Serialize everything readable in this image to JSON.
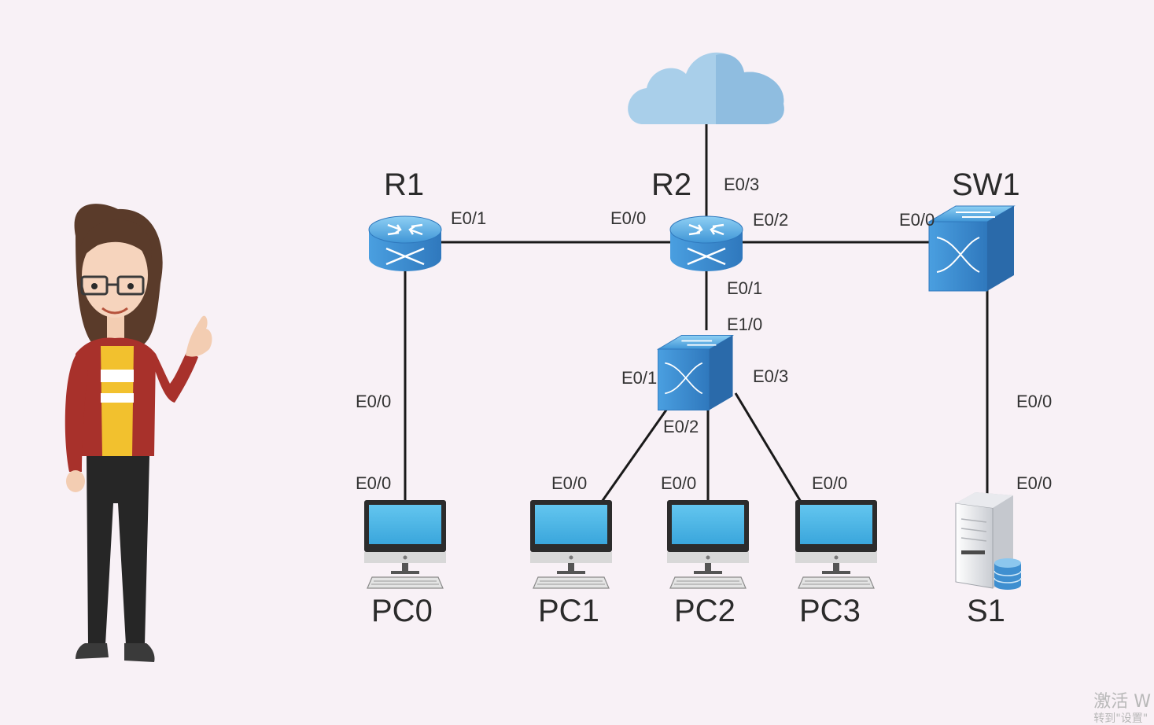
{
  "colors": {
    "background": "#f8f1f6",
    "device_blue": "#3a86c8",
    "device_blue_light": "#7fc0ec",
    "cloud": "#9fc8e6",
    "link": "#1a1a1a",
    "screen": "#55b9e6"
  },
  "nodes": {
    "r1": {
      "label": "R1",
      "icon": "router-icon"
    },
    "r2": {
      "label": "R2",
      "icon": "router-icon"
    },
    "sw1": {
      "label": "SW1",
      "icon": "switch-icon"
    },
    "center_switch": {
      "label": "",
      "icon": "switch-icon"
    },
    "cloud": {
      "label": "",
      "icon": "cloud-icon"
    },
    "pc0": {
      "label": "PC0",
      "icon": "desktop-pc-icon"
    },
    "pc1": {
      "label": "PC1",
      "icon": "desktop-pc-icon"
    },
    "pc2": {
      "label": "PC2",
      "icon": "desktop-pc-icon"
    },
    "pc3": {
      "label": "PC3",
      "icon": "desktop-pc-icon"
    },
    "s1": {
      "label": "S1",
      "icon": "server-icon"
    }
  },
  "ports": {
    "r1_e01": "E0/1",
    "r2_e00": "E0/0",
    "r2_e03": "E0/3",
    "r2_e02": "E0/2",
    "r2_e01": "E0/1",
    "sw1_e00": "E0/0",
    "csw_e10": "E1/0",
    "csw_e01": "E0/1",
    "csw_e03": "E0/3",
    "csw_e02": "E0/2",
    "r1_e00_down": "E0/0",
    "pc0_e00": "E0/0",
    "pc1_e00": "E0/0",
    "pc2_e00": "E0/0",
    "pc3_e00": "E0/0",
    "sw1_e00_down": "E0/0",
    "s1_e00": "E0/0"
  },
  "watermark": {
    "line1": "激活 W",
    "line2": "转到\"设置\""
  },
  "presenter": {
    "icon": "presenter-woman-icon"
  }
}
